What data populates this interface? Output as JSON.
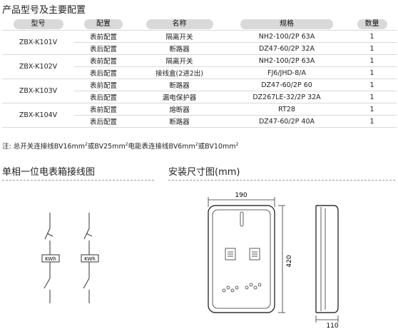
{
  "page_title": "产品型号及主要配置",
  "table": {
    "headers": [
      "型号",
      "配置",
      "名称",
      "规格",
      "数量"
    ],
    "groups": [
      {
        "model": "ZBX-K101V",
        "rows": [
          [
            "表前配置",
            "隔离开关",
            "NH2-100/2P  63A",
            "1"
          ],
          [
            "表后配置",
            "断路器",
            "DZ47-60/2P  32A",
            "1"
          ]
        ]
      },
      {
        "model": "ZBX-K102V",
        "rows": [
          [
            "表前配置",
            "隔离开关",
            "NH2-100/2P  63A",
            "1"
          ],
          [
            "表后配置",
            "接线盒(2进2出)",
            "FJ6/JHD-8/A",
            "1"
          ]
        ]
      },
      {
        "model": "ZBX-K103V",
        "rows": [
          [
            "表前配置",
            "断路器",
            "DZ47-60/2P  60",
            "1"
          ],
          [
            "表后配置",
            "漏电保护器",
            "DZ267LE-32/2P  32A",
            "1"
          ]
        ]
      },
      {
        "model": "ZBX-K104V",
        "rows": [
          [
            "表前配置",
            "熔断器",
            "RT28",
            "1"
          ],
          [
            "表后配置",
            "断路器",
            "DZ47-60/2P  40A",
            "1"
          ]
        ]
      }
    ]
  },
  "note": {
    "prefix": "注: 总开关连接线BV16mm",
    "sq": "2",
    "p2": "或BV25mm",
    "p3": "电能表连接线BV6mm",
    "p4": "或BV10mm"
  },
  "wiring": {
    "title": "单相一位电表箱接线图",
    "meter_label": "KWh"
  },
  "install": {
    "title": "安装尺寸图(mm)",
    "width_dim": "190",
    "height_dim": "420",
    "depth_dim": "110"
  }
}
